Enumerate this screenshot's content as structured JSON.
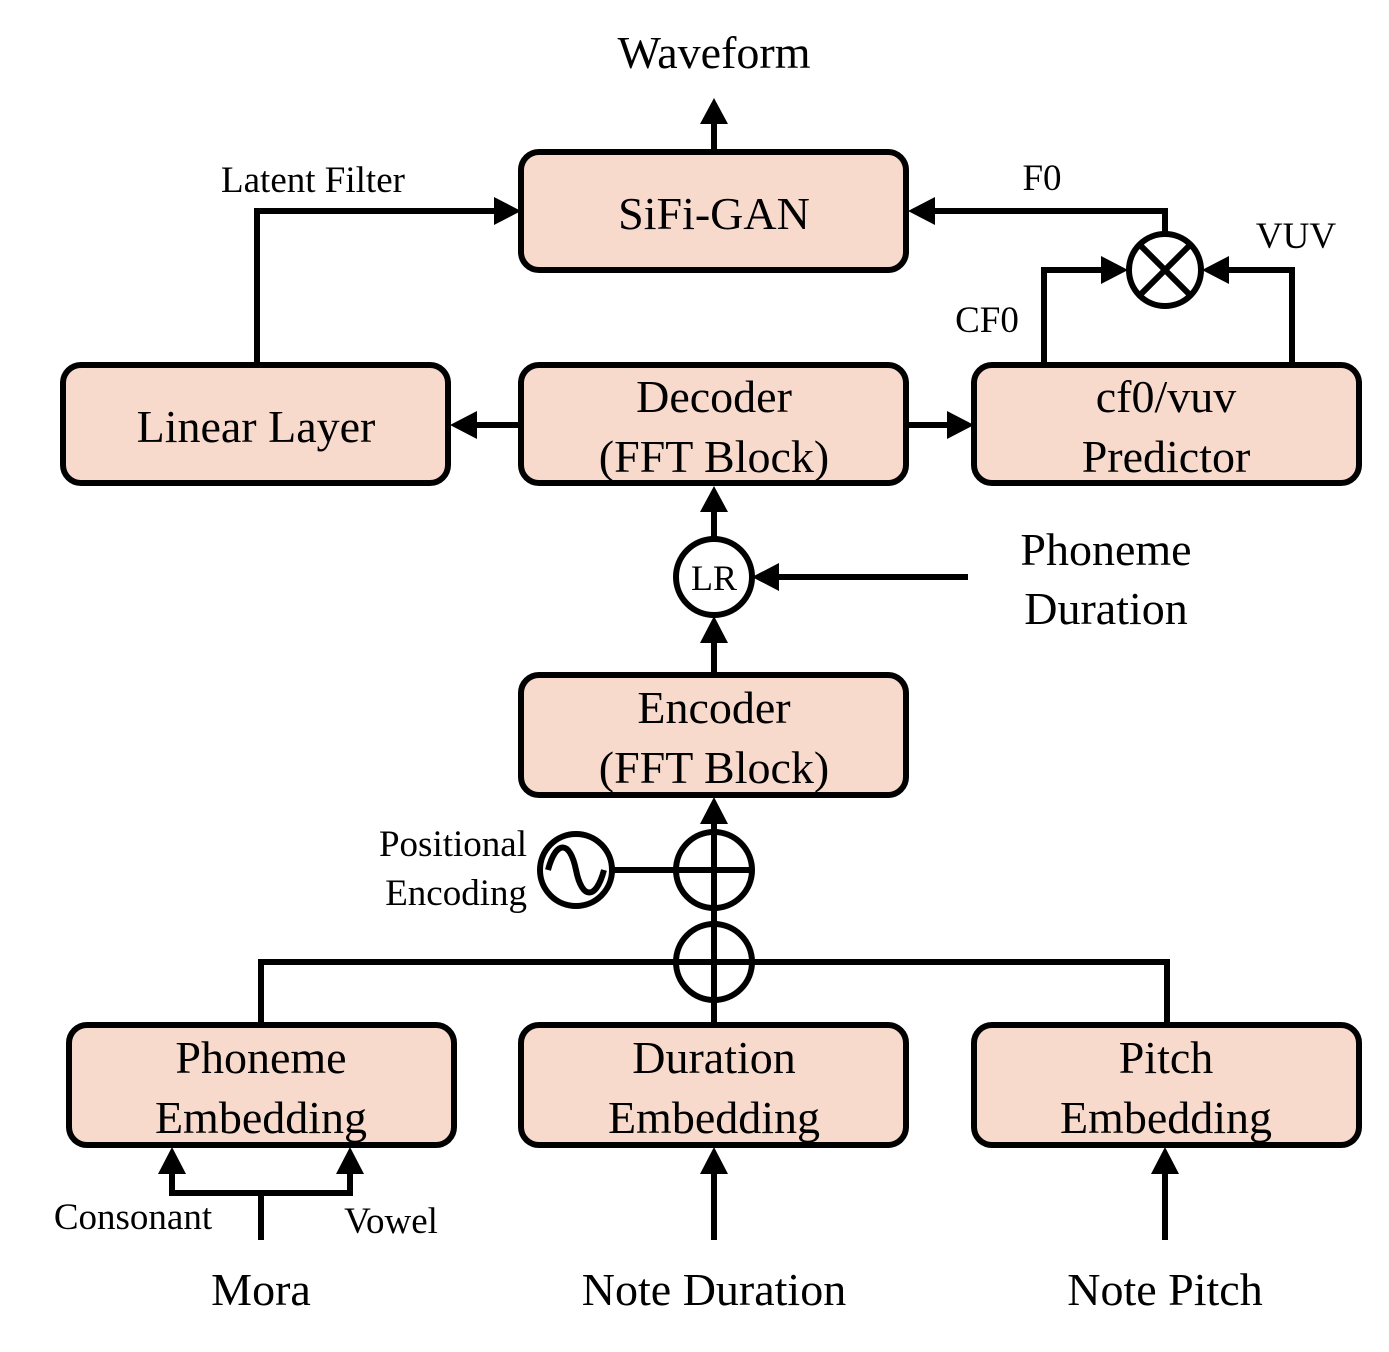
{
  "outputs": {
    "waveform": "Waveform"
  },
  "blocks": {
    "sifigan": [
      "SiFi-GAN"
    ],
    "linear_layer": [
      "Linear Layer"
    ],
    "decoder": [
      "Decoder",
      "(FFT Block)"
    ],
    "predictor": [
      "cf0/vuv",
      "Predictor"
    ],
    "encoder": [
      "Encoder",
      "(FFT Block)"
    ],
    "phoneme_embedding": [
      "Phoneme",
      "Embedding"
    ],
    "duration_embedding": [
      "Duration",
      "Embedding"
    ],
    "pitch_embedding": [
      "Pitch",
      "Embedding"
    ]
  },
  "signals": {
    "latent_filter": "Latent Filter",
    "f0": "F0",
    "vuv": "VUV",
    "cf0": "CF0",
    "phoneme_duration": [
      "Phoneme",
      "Duration"
    ],
    "positional_encoding": [
      "Positional",
      "Encoding"
    ],
    "consonant": "Consonant",
    "vowel": "Vowel"
  },
  "nodes": {
    "length_regulator": "LR"
  },
  "inputs": {
    "mora": "Mora",
    "note_duration": "Note Duration",
    "note_pitch": "Note Pitch"
  },
  "colors": {
    "block_fill": "#f8dacd",
    "stroke": "#000000"
  }
}
